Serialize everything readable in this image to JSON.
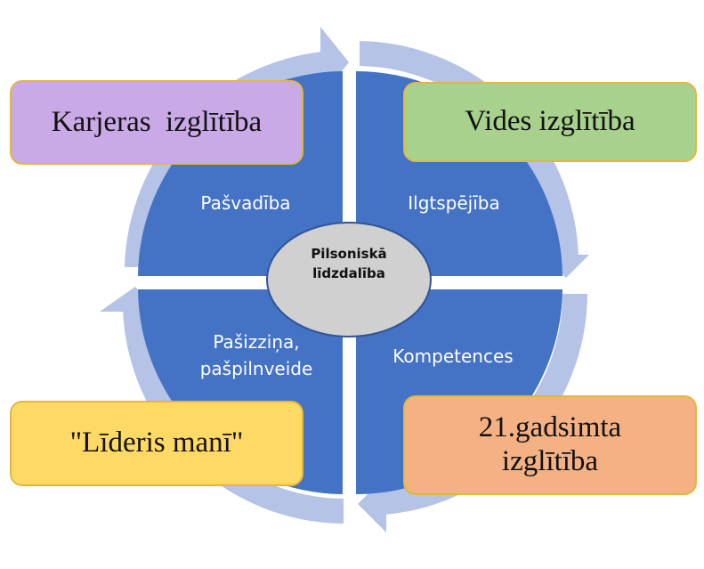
{
  "colors": {
    "quadrant": "#4472c4",
    "ring": "#b4c3e6",
    "center_fill": "#d0d0d0",
    "center_stroke": "#2f5597",
    "quadrant_text": "#ffffff"
  },
  "center": {
    "line1": "Pilsoniskā",
    "line2": "līdzdalība"
  },
  "quadrants": {
    "top_left": "Pašvadība",
    "top_right": "Ilgtspējība",
    "bottom_left_line1": "Pašizziņa,",
    "bottom_left_line2": "pašpilnveide",
    "bottom_right": "Kompetences"
  },
  "boxes": {
    "karjeras": {
      "label": "Karjeras  izglītība",
      "fill": "#c9a9e6",
      "border": "#e0b83c"
    },
    "vides": {
      "label": "Vides izglītība",
      "fill": "#a9d18e",
      "border": "#e0b83c"
    },
    "lideris": {
      "label": "\"Līderis manī\"",
      "fill": "#ffd966",
      "border": "#e0b83c"
    },
    "gadsimta": {
      "line1": "21.gadsimta",
      "line2": "izglītība",
      "fill": "#f4b183",
      "border": "#e0b83c"
    }
  }
}
